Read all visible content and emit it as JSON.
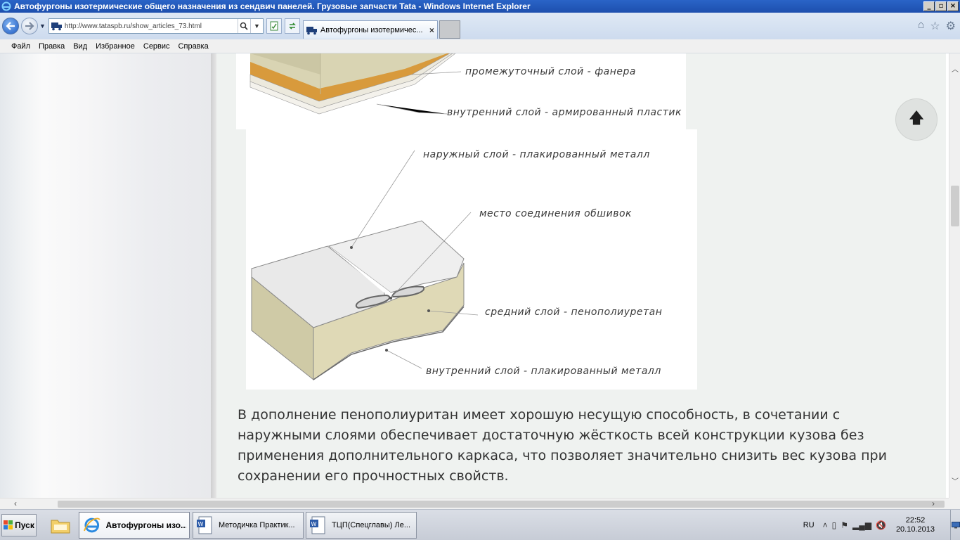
{
  "window": {
    "title": "Автофургоны изотермические общего назначения из сендвич панелей. Грузовые запчасти Tata - Windows Internet Explorer",
    "controls": {
      "minimize": "_",
      "restore": "▫",
      "close": "×"
    }
  },
  "address_bar": {
    "url": "http://www.tataspb.ru/show_articles_73.html",
    "search_icon": "magnifier-icon"
  },
  "tab": {
    "label": "Автофургоны изотермичес...",
    "close": "×"
  },
  "menu": [
    "Файл",
    "Правка",
    "Вид",
    "Избранное",
    "Сервис",
    "Справка"
  ],
  "figure_top": {
    "captions": [
      "промежуточный слой - фанера",
      "внутренний слой - армированный пластик"
    ]
  },
  "figure_main": {
    "captions": [
      "наружный слой - плакированный металл",
      "место соединения обшивок",
      "средний слой - пенополиуретан",
      "внутренний слой - плакированный металл"
    ]
  },
  "paragraph": " В дополнение пенополиуритан имеет хорошую несущую способность, в сочетании с наружными слоями обеспечивает достаточную жёсткость всей конструкции кузова без применения дополнительного каркаса, что позволяет значительно снизить вес кузова при сохранении его прочностных свойств.",
  "scroll_top_button": "🡅",
  "taskbar": {
    "start_label": "Пуск",
    "tasks": [
      {
        "label": "Автофургоны изо...",
        "active": true
      },
      {
        "label": "Методичка Практик...",
        "active": false
      },
      {
        "label": "ТЦП(Спецглавы) Ле...",
        "active": false
      }
    ],
    "language": "RU",
    "time": "22:52",
    "date": "20.10.2013"
  },
  "colors": {
    "titlebar": "#1d4fae",
    "content_bg": "#eff2f0",
    "panel_beige": "#d9d4b3",
    "plywood": "#d89a3c"
  }
}
